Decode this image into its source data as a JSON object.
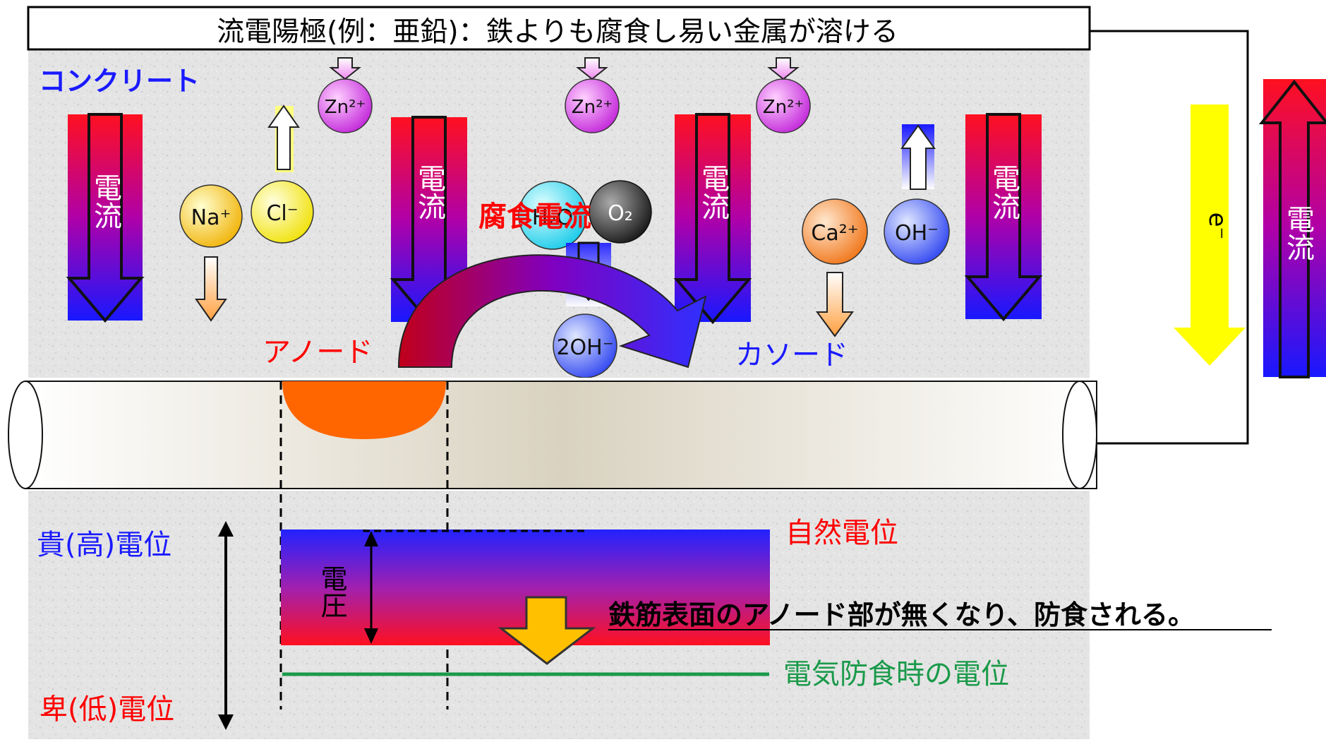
{
  "header": {
    "title": "流電陽極(例：亜鉛)：鉄よりも腐食し易い金属が溶ける"
  },
  "labels": {
    "concrete": "コンクリート",
    "anode": "アノード",
    "cathode": "カソード",
    "corrosion_current": "腐食電流",
    "current": "電流",
    "electron": "e⁻",
    "noble_potential": "貴(高)電位",
    "base_potential": "卑(低)電位",
    "natural_potential": "自然電位",
    "voltage": "電圧",
    "protection_potential": "電気防食時の電位",
    "conclusion": "鉄筋表面のアノード部が無くなり、防食される。"
  },
  "ions": {
    "zn1": "Zn²⁺",
    "zn2": "Zn²⁺",
    "zn3": "Zn²⁺",
    "na": "Na⁺",
    "cl": "Cl⁻",
    "h2o": "H₂O",
    "o2": "O₂",
    "oh_product": "2OH⁻",
    "ca": "Ca²⁺",
    "oh": "OH⁻"
  },
  "colors": {
    "anode_label": "#ff0000",
    "cathode_label": "#1a1aff",
    "natural_potential": "#ff0000",
    "protection_potential": "#1a9a4a",
    "potential_axis_labels": "#1a1aff",
    "base_label": "#ff0000"
  }
}
